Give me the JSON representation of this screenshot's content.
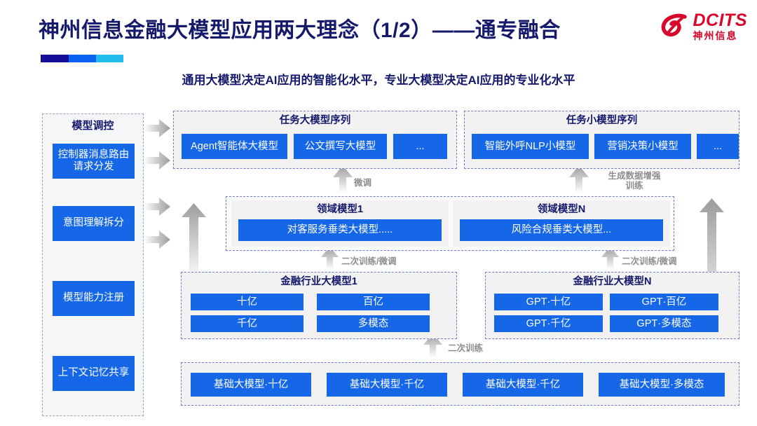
{
  "header": {
    "title": "神州信息金融大模型应用两大理念（1/2）——通专融合",
    "subtitle": "通用大模型决定AI应用的智能化水平，专业大模型决定AI应用的专业化水平",
    "accent_colors": [
      "#140f9b",
      "#0a62f0",
      "#22bdee"
    ],
    "logo": {
      "en": "DCITS",
      "cn": "神州信息",
      "color": "#d9072b",
      "icon": "dcits-swirl-icon"
    }
  },
  "theme": {
    "chip_blue": "#1567e8",
    "title_navy": "#15196b",
    "panel_bg": "#f2f2f2",
    "dash_border": "#6f7fd0",
    "arrow_gray": "#b8b8b8"
  },
  "sidebar": {
    "title": "模型调控",
    "items": [
      "控制器消息路由请求分发",
      "意图理解拆分",
      "模型能力注册",
      "上下文记忆共享"
    ]
  },
  "task_large": {
    "title": "任务大模型序列",
    "chips": [
      "Agent智能体大模型",
      "公文撰写大模型",
      "..."
    ]
  },
  "task_small": {
    "title": "任务小模型序列",
    "chips": [
      "智能外呼NLP小模型",
      "营销决策小模型",
      "..."
    ]
  },
  "domain_models": [
    {
      "title": "领域模型1",
      "chip": "对客服务垂类大模型....."
    },
    {
      "title": "领域模型N",
      "chip": "风险合规垂类大模型..."
    }
  ],
  "industry_models": [
    {
      "title": "金融行业大模型1",
      "chips": [
        "十亿",
        "百亿",
        "千亿",
        "多模态"
      ]
    },
    {
      "title": "金融行业大模型N",
      "chips": [
        "GPT·十亿",
        "GPT·百亿",
        "GPT·千亿",
        "GPT·多模态"
      ]
    }
  ],
  "base_models": {
    "chips": [
      "基础大模型·十亿",
      "基础大模型·千亿",
      "基础大模型·千亿",
      "基础大模型·多模态"
    ]
  },
  "arrow_labels": {
    "fine_tune": "微调",
    "data_aug": "生成数据增强\n训练",
    "retrain_finetune_left": "二次训练/微调",
    "retrain_finetune_right": "二次训练/微调",
    "retrain": "二次训练"
  }
}
